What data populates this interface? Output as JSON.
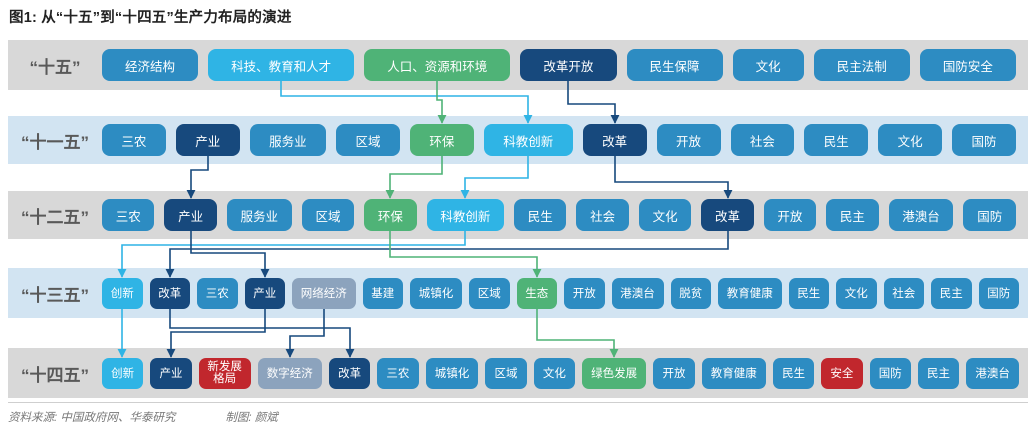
{
  "title": "图1: 从“十五”到“十四五”生产力布局的演进",
  "footer": {
    "source": "资料来源: 中国政府网、华泰研究",
    "credit": "制图: 颜斌"
  },
  "colors": {
    "blue": "#2d8cc2",
    "navy": "#17497d",
    "cyan": "#2fb4e5",
    "green": "#4fb377",
    "gray_blue": "#8ca3bd",
    "red": "#c1272d",
    "band_gray": "#d8d8d8",
    "band_blue": "#d2e4f2",
    "label": "#595959"
  },
  "rows": [
    {
      "label": "“十五”",
      "items": [
        {
          "text": "经济结构",
          "color": "blue"
        },
        {
          "text": "科技、教育和人才",
          "color": "cyan"
        },
        {
          "text": "人口、资源和环境",
          "color": "green"
        },
        {
          "text": "改革开放",
          "color": "navy"
        },
        {
          "text": "民生保障",
          "color": "blue"
        },
        {
          "text": "文化",
          "color": "blue"
        },
        {
          "text": "民主法制",
          "color": "blue"
        },
        {
          "text": "国防安全",
          "color": "blue"
        }
      ]
    },
    {
      "label": "“十一五”",
      "items": [
        {
          "text": "三农",
          "color": "blue"
        },
        {
          "text": "产业",
          "color": "navy"
        },
        {
          "text": "服务业",
          "color": "blue"
        },
        {
          "text": "区域",
          "color": "blue"
        },
        {
          "text": "环保",
          "color": "green"
        },
        {
          "text": "科教创新",
          "color": "cyan"
        },
        {
          "text": "改革",
          "color": "navy"
        },
        {
          "text": "开放",
          "color": "blue"
        },
        {
          "text": "社会",
          "color": "blue"
        },
        {
          "text": "民生",
          "color": "blue"
        },
        {
          "text": "文化",
          "color": "blue"
        },
        {
          "text": "国防",
          "color": "blue"
        }
      ]
    },
    {
      "label": "“十二五”",
      "items": [
        {
          "text": "三农",
          "color": "blue"
        },
        {
          "text": "产业",
          "color": "navy"
        },
        {
          "text": "服务业",
          "color": "blue"
        },
        {
          "text": "区域",
          "color": "blue"
        },
        {
          "text": "环保",
          "color": "green"
        },
        {
          "text": "科教创新",
          "color": "cyan"
        },
        {
          "text": "民生",
          "color": "blue"
        },
        {
          "text": "社会",
          "color": "blue"
        },
        {
          "text": "文化",
          "color": "blue"
        },
        {
          "text": "改革",
          "color": "navy"
        },
        {
          "text": "开放",
          "color": "blue"
        },
        {
          "text": "民主",
          "color": "blue"
        },
        {
          "text": "港澳台",
          "color": "blue"
        },
        {
          "text": "国防",
          "color": "blue"
        }
      ]
    },
    {
      "label": "“十三五”",
      "items": [
        {
          "text": "创新",
          "color": "cyan"
        },
        {
          "text": "改革",
          "color": "navy"
        },
        {
          "text": "三农",
          "color": "blue"
        },
        {
          "text": "产业",
          "color": "navy"
        },
        {
          "text": "网络经济",
          "color": "gray_blue"
        },
        {
          "text": "基建",
          "color": "blue"
        },
        {
          "text": "城镇化",
          "color": "blue"
        },
        {
          "text": "区域",
          "color": "blue"
        },
        {
          "text": "生态",
          "color": "green"
        },
        {
          "text": "开放",
          "color": "blue"
        },
        {
          "text": "港澳台",
          "color": "blue"
        },
        {
          "text": "脱贫",
          "color": "blue"
        },
        {
          "text": "教育健康",
          "color": "blue"
        },
        {
          "text": "民生",
          "color": "blue"
        },
        {
          "text": "文化",
          "color": "blue"
        },
        {
          "text": "社会",
          "color": "blue"
        },
        {
          "text": "民主",
          "color": "blue"
        },
        {
          "text": "国防",
          "color": "blue"
        }
      ]
    },
    {
      "label": "“十四五”",
      "items": [
        {
          "text": "创新",
          "color": "cyan"
        },
        {
          "text": "产业",
          "color": "navy"
        },
        {
          "text": "新发展格局",
          "color": "red",
          "wrap": true
        },
        {
          "text": "数字经济",
          "color": "gray_blue"
        },
        {
          "text": "改革",
          "color": "navy"
        },
        {
          "text": "三农",
          "color": "blue"
        },
        {
          "text": "城镇化",
          "color": "blue"
        },
        {
          "text": "区域",
          "color": "blue"
        },
        {
          "text": "文化",
          "color": "blue"
        },
        {
          "text": "绿色发展",
          "color": "green"
        },
        {
          "text": "开放",
          "color": "blue"
        },
        {
          "text": "教育健康",
          "color": "blue"
        },
        {
          "text": "民生",
          "color": "blue"
        },
        {
          "text": "安全",
          "color": "red"
        },
        {
          "text": "国防",
          "color": "blue"
        },
        {
          "text": "民主",
          "color": "blue"
        },
        {
          "text": "港澳台",
          "color": "blue"
        }
      ]
    }
  ],
  "connections": [
    {
      "from": [
        0,
        1
      ],
      "to": [
        1,
        5
      ],
      "color": "cyan"
    },
    {
      "from": [
        0,
        2
      ],
      "to": [
        1,
        4
      ],
      "color": "green"
    },
    {
      "from": [
        0,
        3
      ],
      "to": [
        1,
        6
      ],
      "color": "navy"
    },
    {
      "from": [
        1,
        1
      ],
      "to": [
        2,
        1
      ],
      "color": "navy"
    },
    {
      "from": [
        1,
        4
      ],
      "to": [
        2,
        4
      ],
      "color": "green"
    },
    {
      "from": [
        1,
        5
      ],
      "to": [
        2,
        5
      ],
      "color": "cyan"
    },
    {
      "from": [
        1,
        6
      ],
      "to": [
        2,
        9
      ],
      "color": "navy"
    },
    {
      "from": [
        2,
        5
      ],
      "to": [
        3,
        0
      ],
      "color": "cyan"
    },
    {
      "from": [
        2,
        9
      ],
      "to": [
        3,
        1
      ],
      "color": "navy"
    },
    {
      "from": [
        2,
        1
      ],
      "to": [
        3,
        3
      ],
      "color": "navy"
    },
    {
      "from": [
        2,
        4
      ],
      "to": [
        3,
        8
      ],
      "color": "green"
    },
    {
      "from": [
        3,
        0
      ],
      "to": [
        4,
        0
      ],
      "color": "cyan"
    },
    {
      "from": [
        3,
        1
      ],
      "to": [
        4,
        4
      ],
      "color": "navy"
    },
    {
      "from": [
        3,
        3
      ],
      "to": [
        4,
        1
      ],
      "color": "navy"
    },
    {
      "from": [
        3,
        4
      ],
      "to": [
        4,
        3
      ],
      "color": "navy"
    },
    {
      "from": [
        3,
        8
      ],
      "to": [
        4,
        9
      ],
      "color": "green"
    }
  ]
}
